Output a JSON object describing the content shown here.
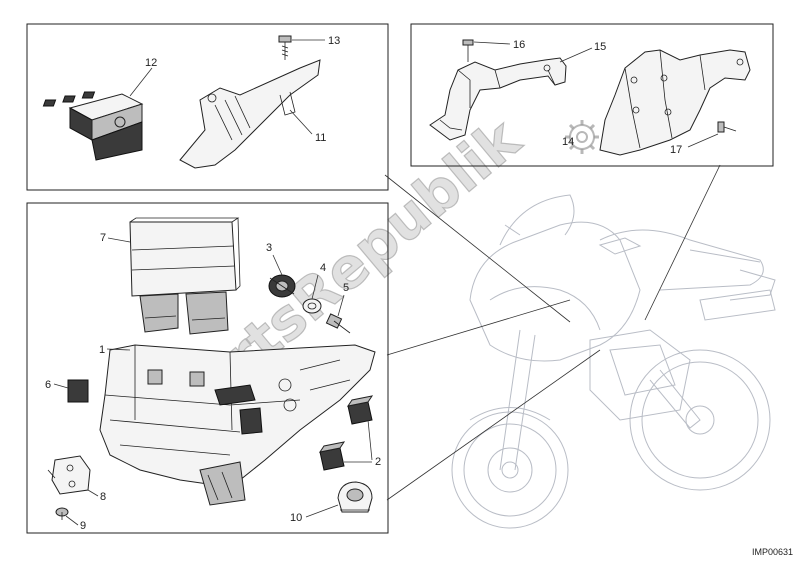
{
  "callouts": {
    "c1": "1",
    "c2": "2",
    "c3": "3",
    "c4": "4",
    "c5": "5",
    "c6": "6",
    "c7": "7",
    "c8": "8",
    "c9": "9",
    "c10": "10",
    "c11": "11",
    "c12": "12",
    "c13": "13",
    "c14": "14",
    "c15": "15",
    "c16": "16",
    "c17": "17"
  },
  "drawing_code": "IMP00631",
  "watermark": "PartsRepublik",
  "colors": {
    "line": "#222222",
    "ghost": "#b9bdc6",
    "watermark": "#c8c8c8"
  }
}
